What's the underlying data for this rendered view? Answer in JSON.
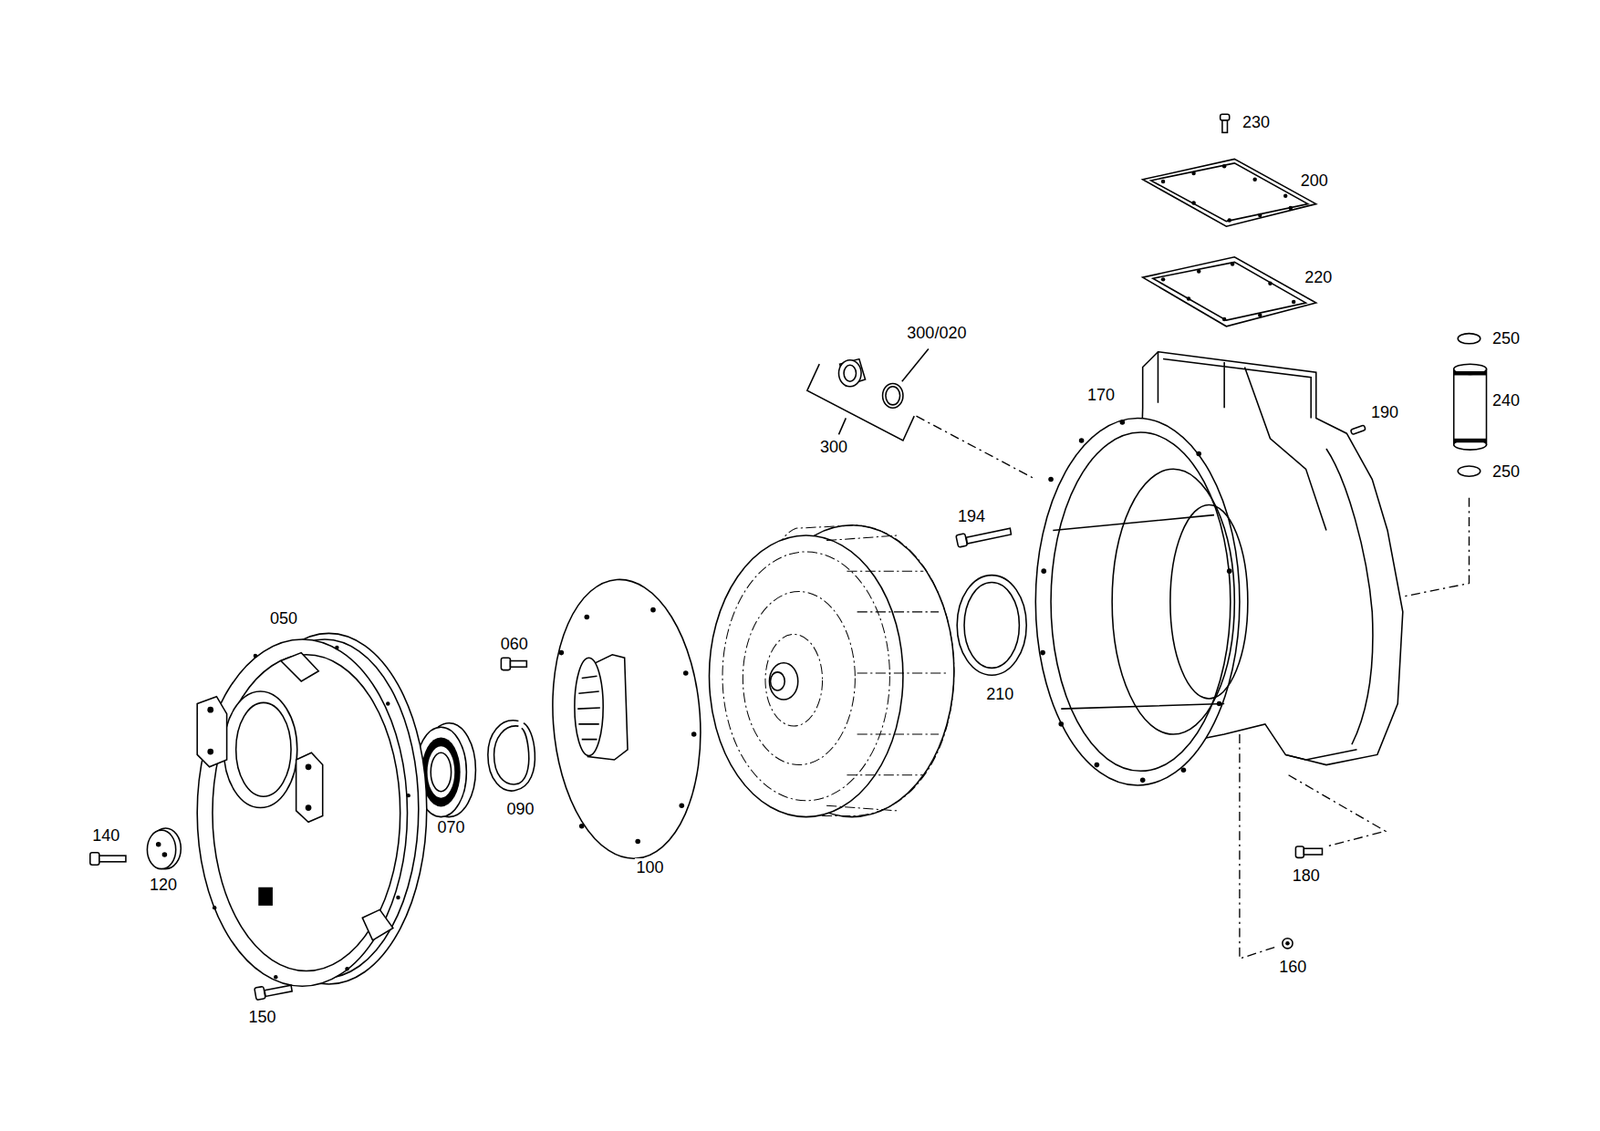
{
  "diagram": {
    "labels": [
      "230",
      "200",
      "220",
      "300/020",
      "250",
      "240",
      "250",
      "170",
      "190",
      "300",
      "194",
      "050",
      "060",
      "210",
      "070",
      "090",
      "140",
      "120",
      "100",
      "180",
      "150",
      "160"
    ]
  }
}
